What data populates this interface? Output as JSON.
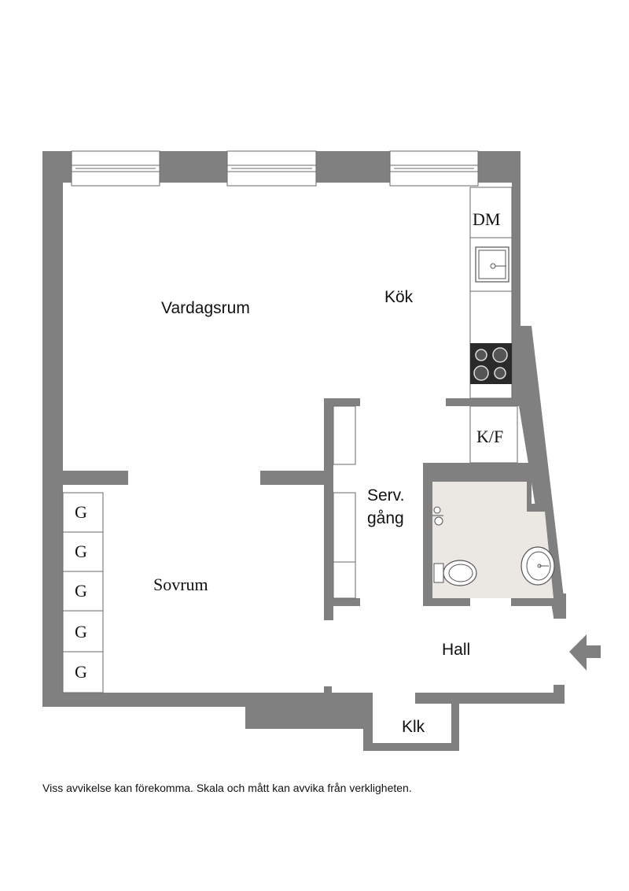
{
  "colors": {
    "wall": "#808080",
    "wall_edge": "#6a6a6a",
    "floor": "#ffffff",
    "bathroom_floor": "#ebe8e3",
    "window_frame": "#ffffff",
    "fixture_stroke": "#555555"
  },
  "rooms": {
    "living_room": "Vardagsrum",
    "kitchen": "Kök",
    "bedroom": "Sovrum",
    "service_passage_line1": "Serv.",
    "service_passage_line2": "gång",
    "hall": "Hall",
    "closet": "Klk"
  },
  "fixtures": {
    "dishwasher": "DM",
    "fridge_freezer": "K/F",
    "wardrobe": [
      "G",
      "G",
      "G",
      "G",
      "G"
    ]
  },
  "entrance_icon": "entrance-arrow-icon",
  "disclaimer": "Viss avvikelse kan förekomma. Skala och mått kan avvika från verkligheten."
}
